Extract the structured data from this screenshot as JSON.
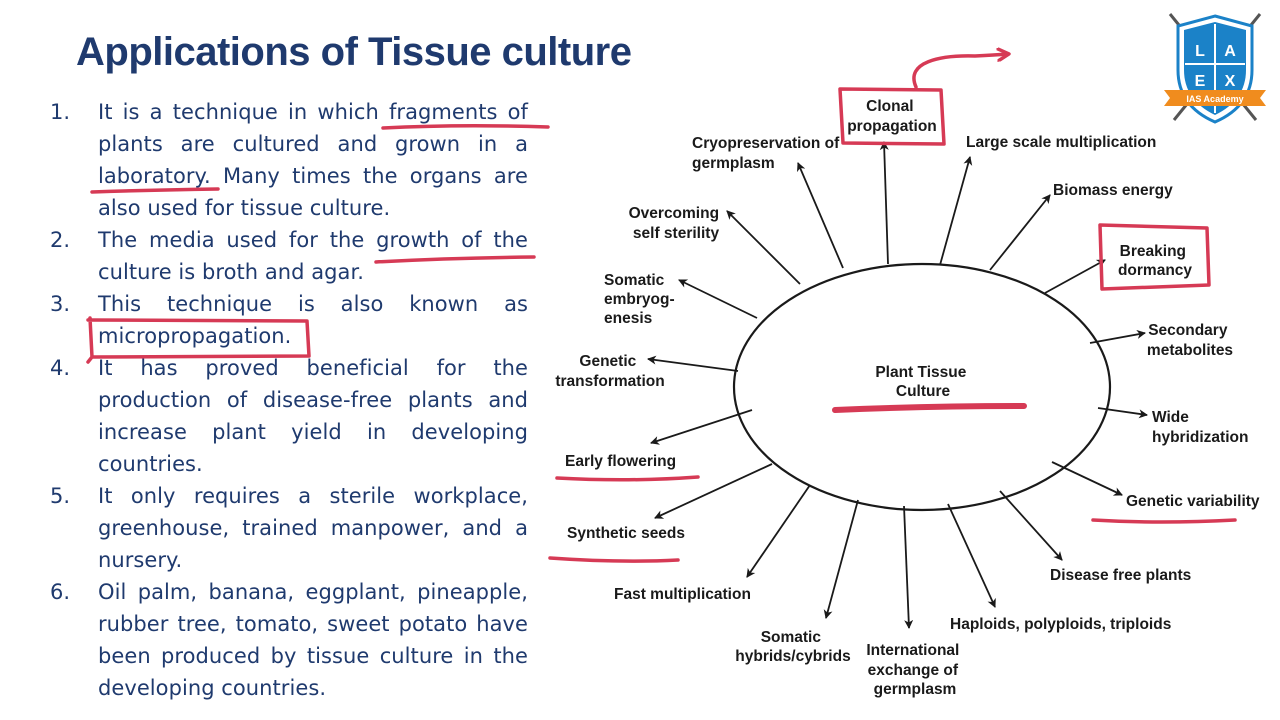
{
  "title": "Applications of Tissue culture",
  "points": [
    {
      "num": "1.",
      "text": "It is a technique in which fragments of plants are cultured and grown in a laboratory. Many times the organs are also used for tissue culture."
    },
    {
      "num": "2.",
      "text": "The media used for the growth of the culture is broth and agar."
    },
    {
      "num": "3.",
      "text": "This technique is also known as micropropagation."
    },
    {
      "num": "4.",
      "text": "It has proved beneficial for the production of disease-free plants and increase plant yield in developing countries."
    },
    {
      "num": "5.",
      "text": "It only requires a sterile workplace, greenhouse, trained manpower, and a nursery."
    },
    {
      "num": "6.",
      "text": "Oil palm, banana, eggplant, pineapple, rubber tree, tomato, sweet potato have been produced by tissue culture in the developing countries."
    }
  ],
  "diagram": {
    "center": [
      "Plant Tissue",
      "Culture"
    ],
    "branches": {
      "clonal": [
        "Clonal",
        "propagation"
      ],
      "large_scale": [
        "Large scale multiplication"
      ],
      "biomass": [
        "Biomass energy"
      ],
      "breaking": [
        "Breaking",
        "dormancy"
      ],
      "secondary": [
        "Secondary",
        "metabolites"
      ],
      "wide": [
        "Wide",
        "hybridization"
      ],
      "genetic_var": [
        "Genetic variability"
      ],
      "disease": [
        "Disease free plants"
      ],
      "haploids": [
        "Haploids, polyploids, triploids"
      ],
      "international": [
        "International",
        "exchange of",
        "germplasm"
      ],
      "somatic_hybrids": [
        "Somatic",
        "hybrids/cybrids"
      ],
      "fast": [
        "Fast multiplication"
      ],
      "synthetic": [
        "Synthetic seeds"
      ],
      "early": [
        "Early flowering"
      ],
      "genetic_trans": [
        "Genetic",
        "transformation"
      ],
      "somatic_embryo": [
        "Somatic",
        "embryog-",
        "enesis"
      ],
      "overcoming": [
        "Overcoming",
        "self sterility"
      ],
      "cryo": [
        "Cryopreservation of",
        "germplasm"
      ]
    }
  },
  "logo": {
    "letters": [
      "L",
      "A",
      "E",
      "X"
    ],
    "banner": "IAS Academy"
  },
  "colors": {
    "title": "#1f3a6e",
    "body_text": "#1f3a6e",
    "annotation": "#d63a55",
    "logo_blue": "#1b82c8",
    "logo_orange": "#f08c1e"
  }
}
